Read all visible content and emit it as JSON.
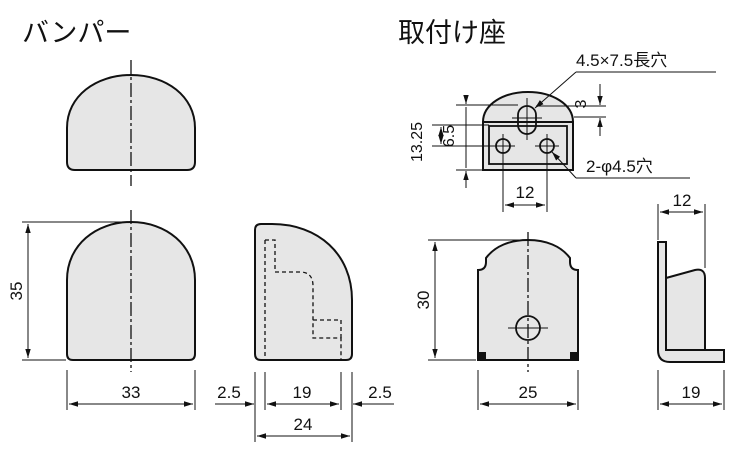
{
  "titles": {
    "bumper": "バンパー",
    "mount": "取付け座"
  },
  "dimensions": {
    "bumper_height": "35",
    "bumper_width": "33",
    "side_left_gap": "2.5",
    "side_mid": "19",
    "side_right_gap": "2.5",
    "side_total": "24",
    "slot": "4.5×7.5長穴",
    "slot_offset": "3",
    "top_height": "13.25",
    "hole_offset": "6.5",
    "holes": "2-φ4.5穴",
    "hole_pitch": "12",
    "mount_height": "30",
    "mount_width": "25",
    "flange_width": "12",
    "mount_depth": "19"
  }
}
